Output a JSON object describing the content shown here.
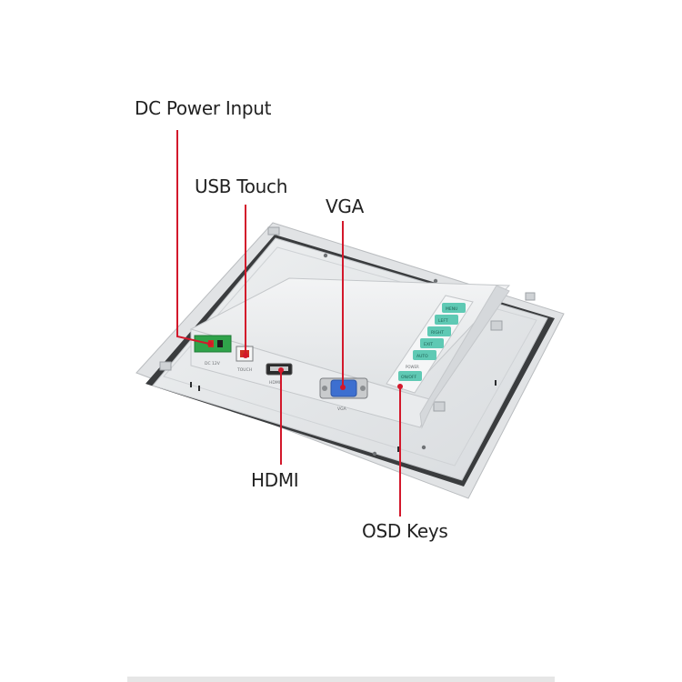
{
  "callouts": {
    "dc_power": "DC Power Input",
    "usb_touch": "USB Touch",
    "vga": "VGA",
    "hdmi": "HDMI",
    "osd_keys": "OSD Keys"
  },
  "panel_silkscreen": {
    "dc_label": "DC 12V",
    "touch_label": "TOUCH",
    "hdmi_label": "HDMI",
    "vga_label": "VGA"
  },
  "osd_buttons": [
    "MENU",
    "LEFT",
    "RIGHT",
    "EXIT",
    "AUTO",
    "ON/OFF"
  ],
  "osd_power_label": "POWER",
  "colors": {
    "leader_line": "#d3182b",
    "osd_key": "#5fc9b4",
    "connector_green": "#2fa34a",
    "vga_blue": "#3d6fd0",
    "housing": "#e4e6e8"
  }
}
